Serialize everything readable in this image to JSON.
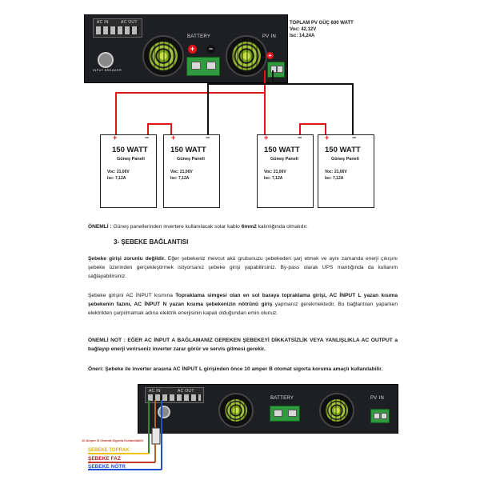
{
  "inverter_top": {
    "ac_in_label": "AC IN",
    "ac_out_label": "AC OUT",
    "battery_label": "BATTERY",
    "pv_in_label": "PV IN",
    "input_breaker_label": "INPUT BREAKER"
  },
  "pv_summary": {
    "title": "TOPLAM PV GÜÇ 600 WATT",
    "voc": "Voc: 42,12V",
    "isc": "Isc: 14,24A"
  },
  "panels": [
    {
      "watt": "150 WATT",
      "name": "Güneş Paneli",
      "voc": "Voc: 21,06V",
      "isc": "Isc: 7,12A"
    },
    {
      "watt": "150 WATT",
      "name": "Güneş Paneli",
      "voc": "Voc: 21,06V",
      "isc": "Isc: 7,12A"
    },
    {
      "watt": "150 WATT",
      "name": "Güneş Paneli",
      "voc": "Voc: 21,06V",
      "isc": "Isc: 7,12A"
    },
    {
      "watt": "150 WATT",
      "name": "Güneş Paneli",
      "voc": "Voc: 21,06V",
      "isc": "Isc: 7,12A"
    }
  ],
  "terminals": {
    "plus": "+",
    "minus": "−"
  },
  "note1": {
    "bold": "ÖNEMLİ :",
    "text1": " Güneş panellerinden invertere kullanılacak solar kablo ",
    "bold2": "6mm2",
    "text2": " kalınlığında olmalıdır."
  },
  "section": {
    "heading": "3-  ŞEBEKE BAĞLANTISI"
  },
  "para1": {
    "bold": "Şebeke girişi zorunlu değildir.",
    "text": " Eğer şebekeniz mevcut akü grubunuzu şebekeden şarj etmek ve aynı zamanda enerji çıkışını şebeke üzerinden gerçekleştirmek istiyorsanız şebeke girişi yapabilirsiniz. By-pass olarak UPS mantığında da kullanım sağlayabilirsiniz."
  },
  "para2": {
    "t1": "Şebeke girişini AC İNPUT kısmına ",
    "b1": "Topraklama simgesi olan en sol baraya topraklama girişi, AC İNPUT L yazan kısıma şebekenin fazını, AC İNPUT N yazan kısıma şebekenizin nötrünü giriş",
    "t2": " yapmanız gerekmektedir. Bu bağlantıları yaparken elektrikten çarpılmamak adına elektrik enerjisinin kapalı olduğundan emin olunuz."
  },
  "para3": {
    "bold": "ÖNEMLİ NOT : EĞER AC İNPUT A BAĞLAMANIZ GEREKEN ŞEBEKEYİ DİKKATSİZLİK VEYA YANLIŞLIKLA AC OUTPUT a bağlayıp enerji verirseniz inverter zarar görür ve servis gitmesi gerekir."
  },
  "para4": {
    "bold": "Öneri: Şebeke ile inverter arasına AC İNPUT L girişinden önce 10 amper B otomat sigorta koruma amaçlı kullanılabilir."
  },
  "inverter_bottom": {
    "ac_in_label": "AC IN",
    "ac_out_label": "AC OUT",
    "battery_label": "BATTERY",
    "pv_label": "PV  IN",
    "fuse_label": "10 Amper B Otomat Sigorta Kullanılabilir",
    "toprak": "ŞEBEKE TOPRAK",
    "faz": "ŞEBEKE FAZ",
    "notr": "ŞEBEKE NÖTR"
  }
}
